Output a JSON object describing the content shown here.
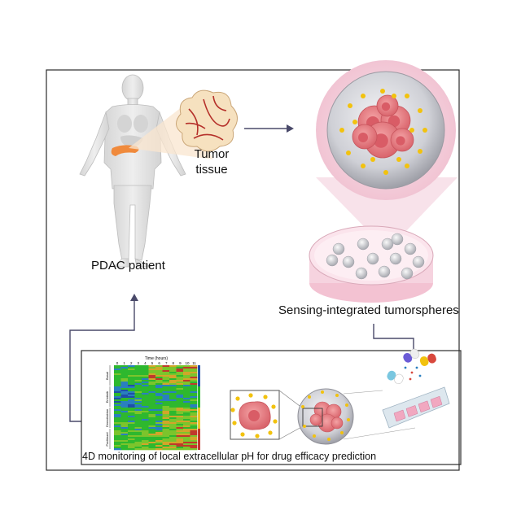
{
  "labels": {
    "tumor_line1": "Tumor",
    "tumor_line2": "tissue",
    "patient": "PDAC patient",
    "tumorspheres": "Sensing-integrated tumorspheres",
    "monitoring": "4D monitoring of local extracellular pH for drug efficacy prediction"
  },
  "heatmap": {
    "axis_title": "Time (hours)",
    "time_ticks": [
      "0",
      "1",
      "2",
      "3",
      "4",
      "5",
      "6",
      "7",
      "8",
      "9",
      "10",
      "11"
    ],
    "row_groups": [
      "Basal",
      "Erlotinib",
      "Gemcitabine",
      "Paclitaxel"
    ]
  },
  "colors": {
    "frame": "#2b2b2b",
    "connector": "#4a4a6a",
    "skin": "#e6e6e6",
    "pancreas": "#f08a3c",
    "sphere_pink": "#f3c7d3",
    "tumor_cell": "#e8777e",
    "sensor_dot": "#f2c20e",
    "dish": "#f6cfdc",
    "heat_high": "#c0392b",
    "heat_mid": "#2eb82e",
    "heat_low": "#1f4fa8"
  }
}
